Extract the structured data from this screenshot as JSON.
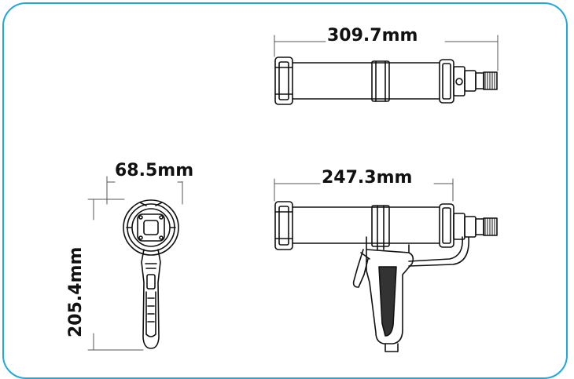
{
  "dimensions": {
    "top_length": "309.7mm",
    "bottom_length": "247.3mm",
    "front_width": "68.5mm",
    "front_height": "205.4mm"
  },
  "colors": {
    "frame": "#1fa8de",
    "line": "#111111",
    "dimension_line": "#555555"
  }
}
